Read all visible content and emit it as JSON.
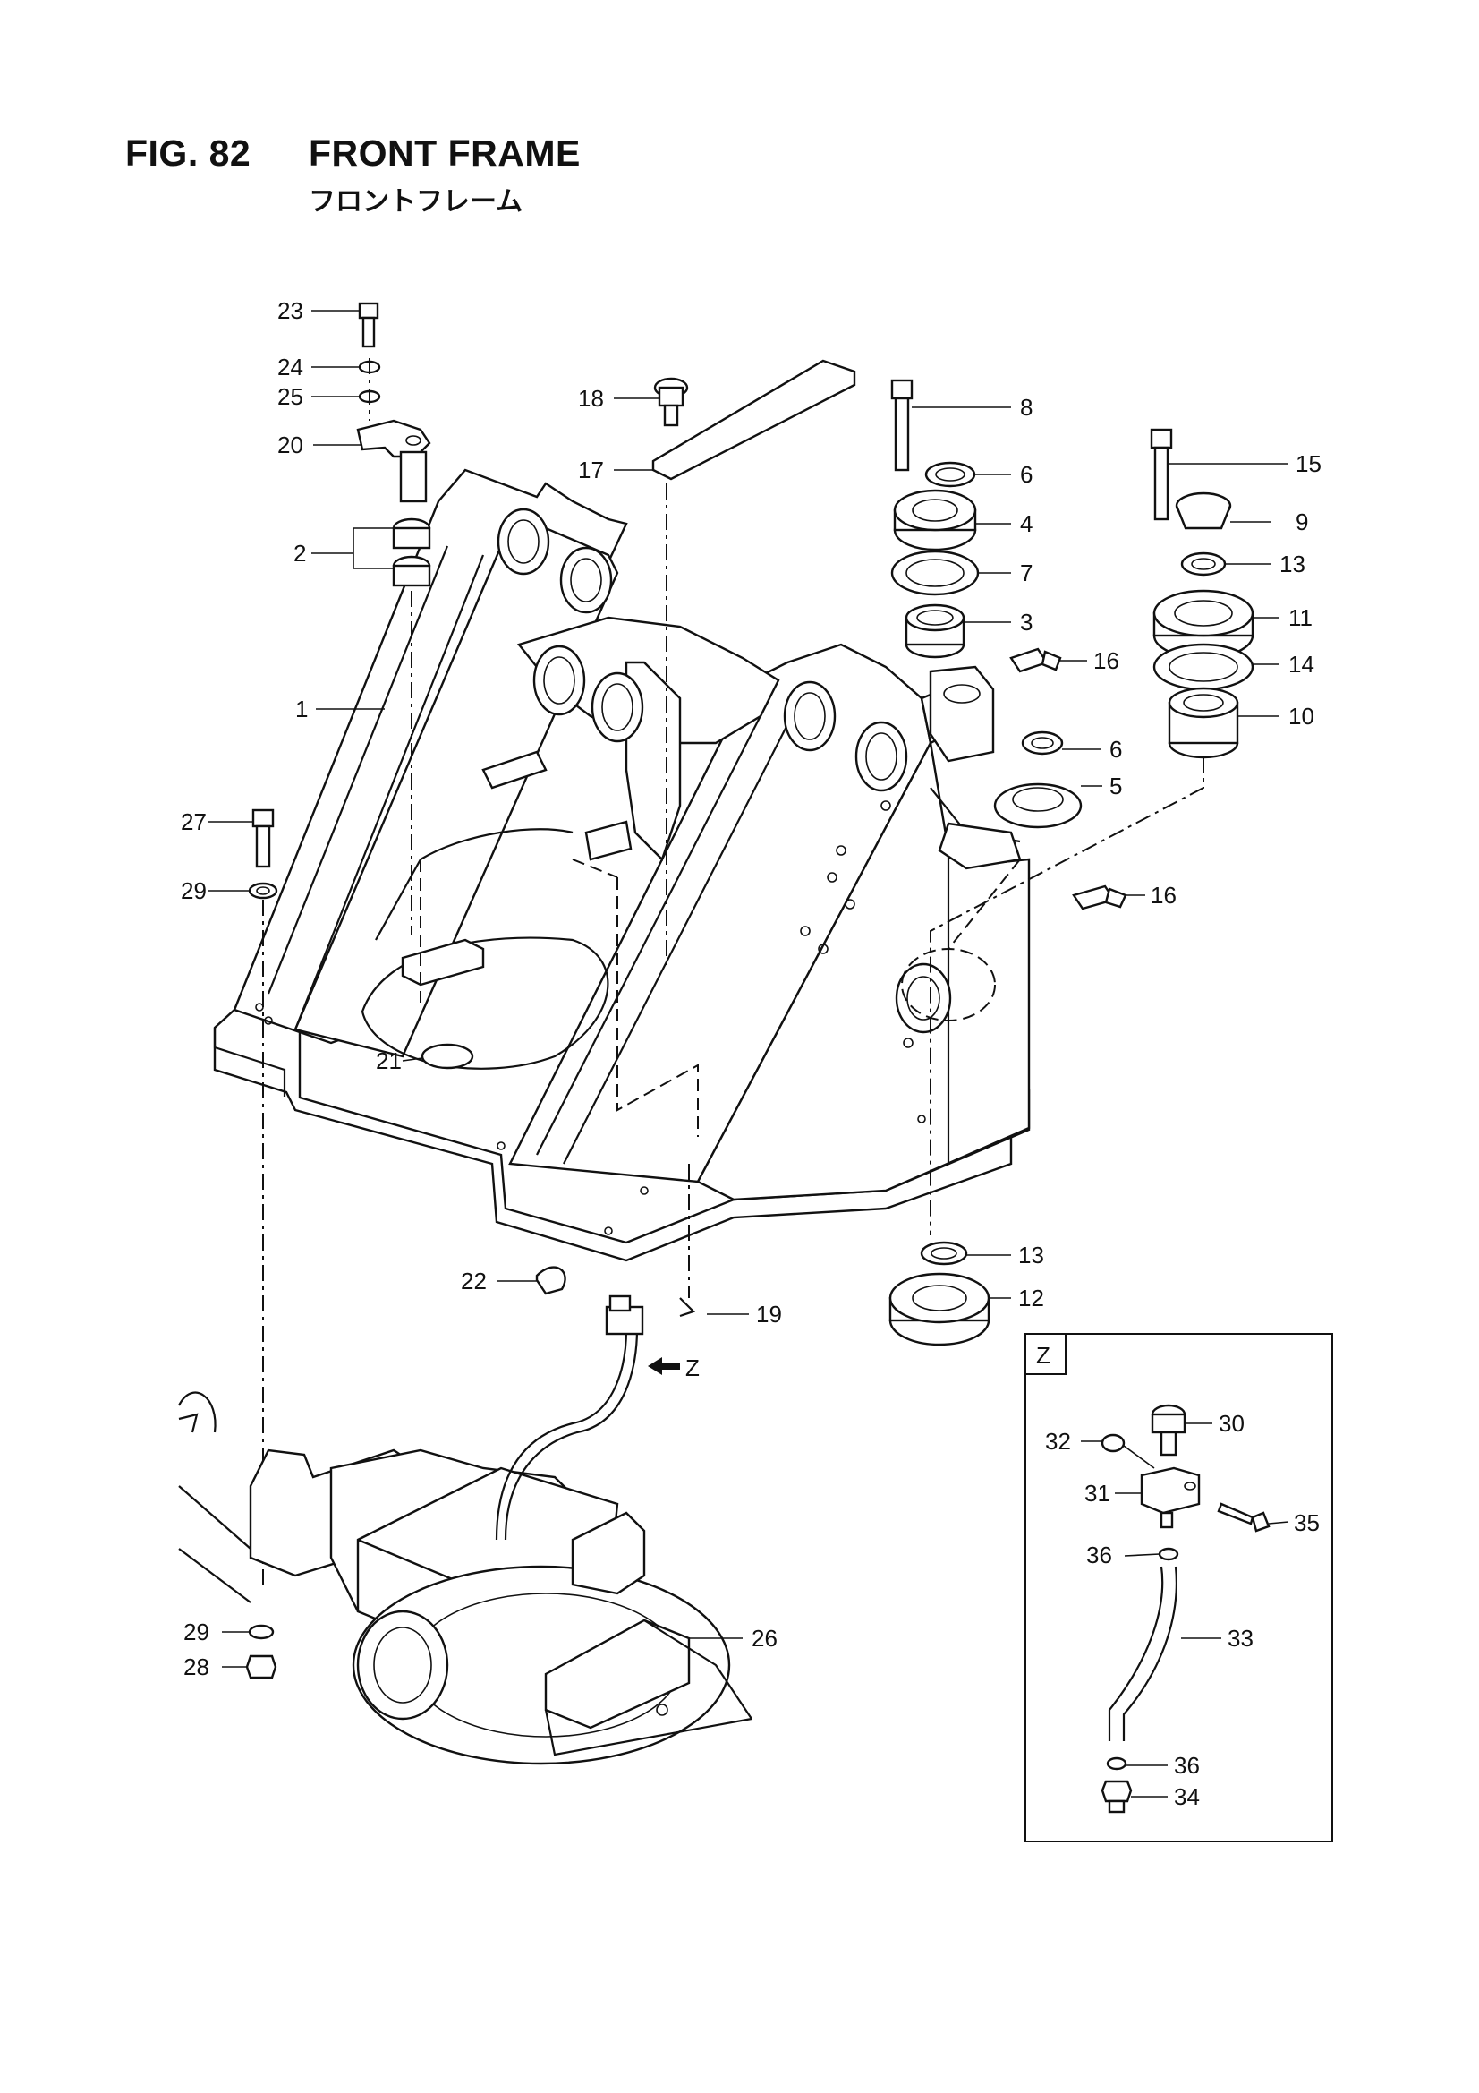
{
  "figure": {
    "number": "FIG. 82",
    "title": "FRONT FRAME",
    "subtitle_jp": "フロントフレーム"
  },
  "detail_view": {
    "label": "Z",
    "arrow_label": "Z"
  },
  "callouts": [
    {
      "id": "c23",
      "text": "23"
    },
    {
      "id": "c24",
      "text": "24"
    },
    {
      "id": "c25",
      "text": "25"
    },
    {
      "id": "c20",
      "text": "20"
    },
    {
      "id": "c2",
      "text": "2"
    },
    {
      "id": "c1",
      "text": "1"
    },
    {
      "id": "c27",
      "text": "27"
    },
    {
      "id": "c29a",
      "text": "29"
    },
    {
      "id": "c21",
      "text": "21"
    },
    {
      "id": "c22",
      "text": "22"
    },
    {
      "id": "c19",
      "text": "19"
    },
    {
      "id": "c18",
      "text": "18"
    },
    {
      "id": "c17",
      "text": "17"
    },
    {
      "id": "c8",
      "text": "8"
    },
    {
      "id": "c6a",
      "text": "6"
    },
    {
      "id": "c4",
      "text": "4"
    },
    {
      "id": "c7",
      "text": "7"
    },
    {
      "id": "c3",
      "text": "3"
    },
    {
      "id": "c16a",
      "text": "16"
    },
    {
      "id": "c6b",
      "text": "6"
    },
    {
      "id": "c5",
      "text": "5"
    },
    {
      "id": "c15",
      "text": "15"
    },
    {
      "id": "c9",
      "text": "9"
    },
    {
      "id": "c13a",
      "text": "13"
    },
    {
      "id": "c11",
      "text": "11"
    },
    {
      "id": "c14",
      "text": "14"
    },
    {
      "id": "c10",
      "text": "10"
    },
    {
      "id": "c16b",
      "text": "16"
    },
    {
      "id": "c13b",
      "text": "13"
    },
    {
      "id": "c12",
      "text": "12"
    },
    {
      "id": "c26",
      "text": "26"
    },
    {
      "id": "c29b",
      "text": "29"
    },
    {
      "id": "c28",
      "text": "28"
    },
    {
      "id": "c30",
      "text": "30"
    },
    {
      "id": "c32",
      "text": "32"
    },
    {
      "id": "c31",
      "text": "31"
    },
    {
      "id": "c35",
      "text": "35"
    },
    {
      "id": "c36a",
      "text": "36"
    },
    {
      "id": "c33",
      "text": "33"
    },
    {
      "id": "c36b",
      "text": "36"
    },
    {
      "id": "c34",
      "text": "34"
    }
  ]
}
